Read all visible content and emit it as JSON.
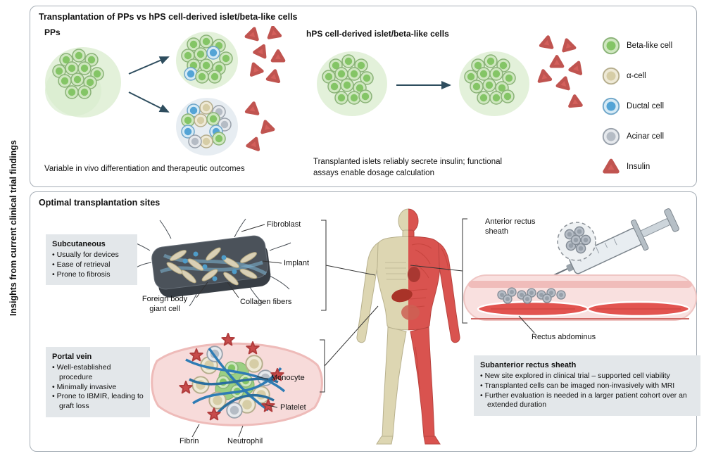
{
  "side_label": "Insights from current clinical trial findings",
  "colors": {
    "beta_cell": "#84c566",
    "alpha_cell": "#d6cda6",
    "ductal_cell": "#54a4d6",
    "acinar_cell": "#b5bcc5",
    "insulin": "#d4605c",
    "arrow": "#2e4d5e",
    "panel_border": "#a6aeb6",
    "info_box_bg": "#e3e7ea"
  },
  "top_panel": {
    "title": "Transplantation of PPs vs hPS cell-derived islet/beta-like cells",
    "pps": {
      "heading": "PPs",
      "caption": "Variable in vivo differentiation and therapeutic outcomes"
    },
    "hps": {
      "heading": "hPS cell-derived islet/beta-like cells",
      "caption": "Transplanted islets reliably secrete insulin; functional assays enable dosage calculation"
    },
    "legend": {
      "items": [
        {
          "label": "Beta-like cell",
          "color": "#84c566"
        },
        {
          "label": "α-cell",
          "color": "#d6cda6"
        },
        {
          "label": "Ductal cell",
          "color": "#54a4d6"
        },
        {
          "label": "Acinar cell",
          "color": "#b5bcc5"
        },
        {
          "label": "Insulin",
          "color": "#d4605c"
        }
      ]
    }
  },
  "bottom_panel": {
    "title": "Optimal transplantation sites",
    "subcutaneous": {
      "title": "Subcutaneous",
      "bullets": [
        "Usually for devices",
        "Ease of retrieval",
        "Prone to fibrosis"
      ]
    },
    "implant_labels": {
      "fibroblast": "Fibroblast",
      "implant": "Implant",
      "foreign_body": "Foreign body giant cell",
      "collagen": "Collagen fibers"
    },
    "portal_vein": {
      "title": "Portal vein",
      "bullets": [
        "Well-established procedure",
        "Minimally invasive",
        "Prone to IBMIR, leading to graft loss"
      ]
    },
    "portal_labels": {
      "monocyte": "Monocyte",
      "platelet": "Platelet",
      "fibrin": "Fibrin",
      "neutrophil": "Neutrophil"
    },
    "rectus": {
      "anterior_label": "Anterior rectus sheath",
      "muscle_label": "Rectus abdominus"
    },
    "subanterior": {
      "title": "Subanterior rectus sheath",
      "bullets": [
        "New site explored in clinical trial – supported cell viability",
        "Transplanted cells can be imaged non-invasively with MRI",
        "Further evaluation is needed in a larger patient cohort over an extended duration"
      ]
    }
  }
}
